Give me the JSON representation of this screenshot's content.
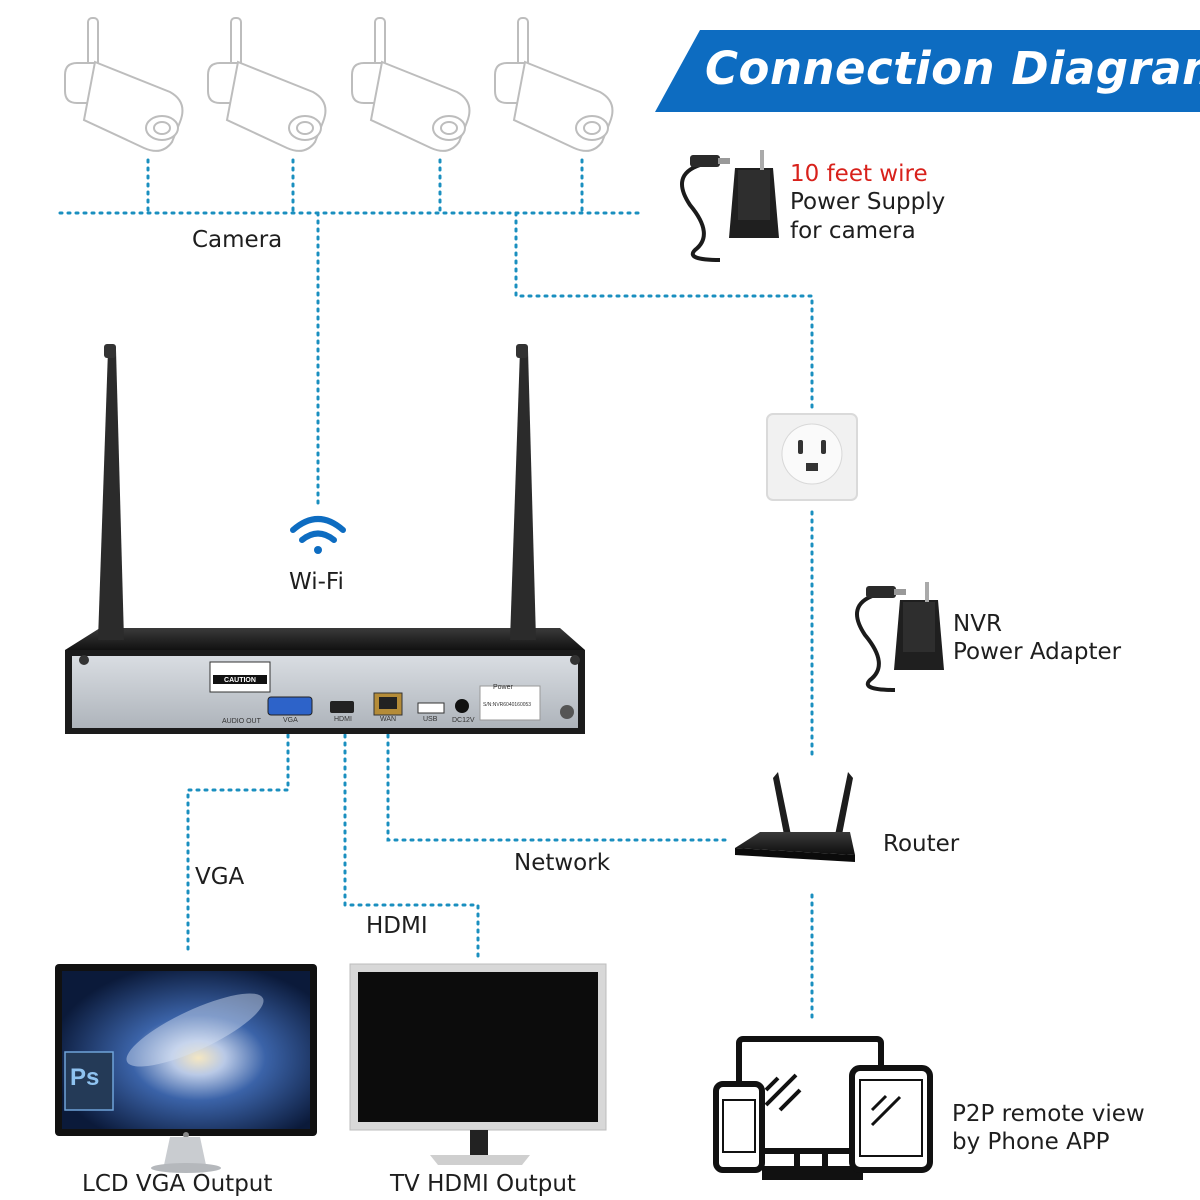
{
  "header": {
    "title": "Connection Diagram",
    "accent_color": "#0d6cc1"
  },
  "labels": {
    "camera": "Camera",
    "wifi": "Wi-Fi",
    "power_supply_highlight": "10 feet wire",
    "power_supply_line1": "Power Supply",
    "power_supply_line2": "for camera",
    "nvr_adapter_line1": "NVR",
    "nvr_adapter_line2": "Power Adapter",
    "router": "Router",
    "network": "Network",
    "vga": "VGA",
    "hdmi": "HDMI",
    "lcd_output": "LCD VGA Output",
    "tv_output": "TV HDMI Output",
    "p2p_line1": "P2P remote view",
    "p2p_line2": "by Phone APP"
  },
  "nvr_panel": {
    "caution": "CAUTION",
    "audio_out": "AUDIO OUT",
    "vga_port": "VGA",
    "hdmi_port": "HDMI",
    "wan_port": "WAN",
    "usb_port": "USB",
    "dc_port": "DC12V",
    "power": "Power",
    "serial": "S/N:NVR6040160053"
  },
  "monitor_logo": "Ps",
  "colors": {
    "dotted_line": "#1a8fbf",
    "wifi_icon": "#0d6cc1",
    "device_dark": "#2a2a2a"
  }
}
